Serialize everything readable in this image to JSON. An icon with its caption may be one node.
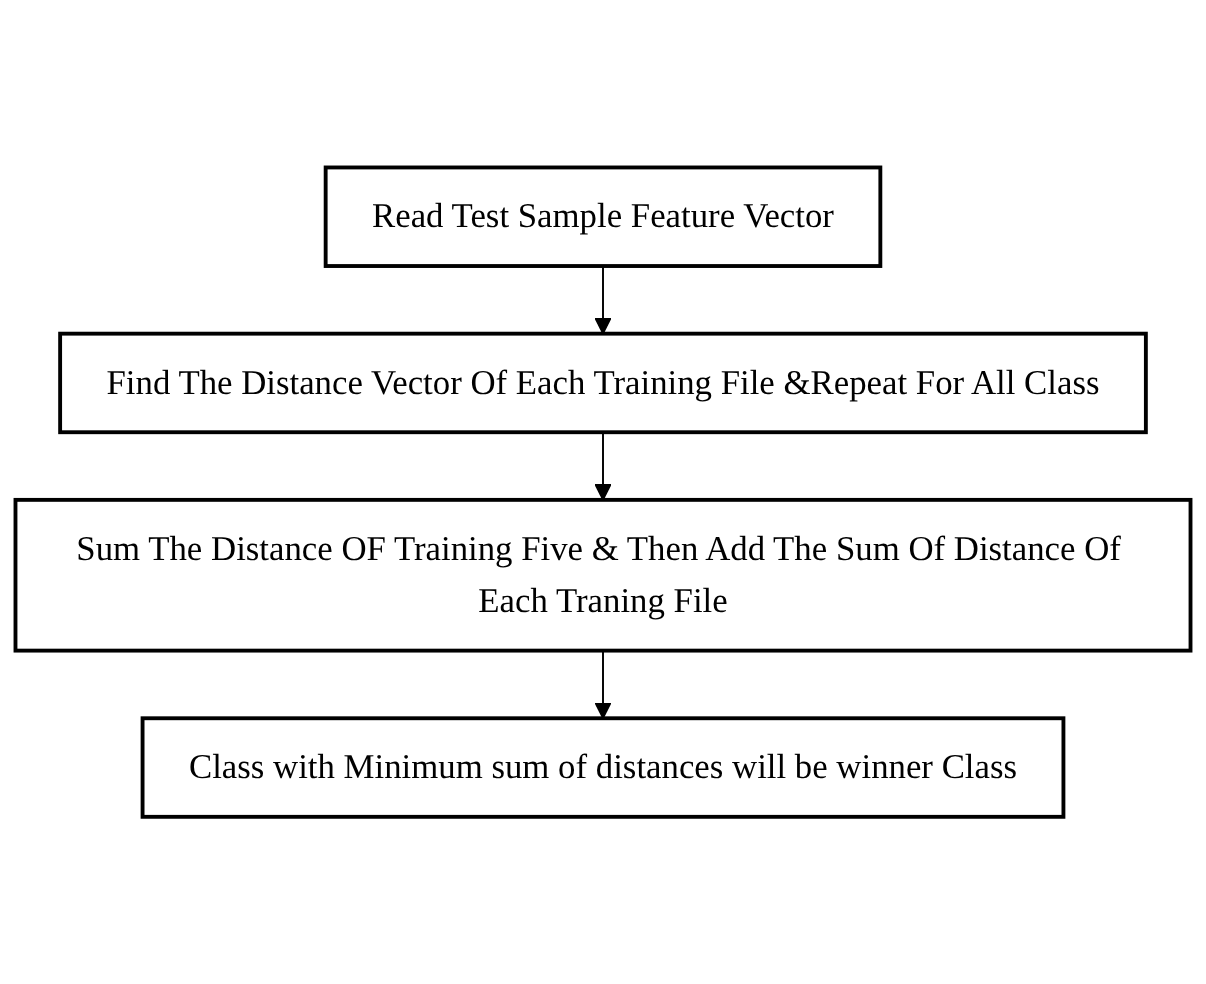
{
  "diagram": {
    "nodes": [
      {
        "text": [
          "Read Test Sample Feature Vector"
        ]
      },
      {
        "text": [
          "Find The Distance Vector Of Each Training File &Repeat For All Class"
        ]
      },
      {
        "text": [
          "Sum The Distance OF Training Five & Then Add The Sum Of Distance Of Each Traning File"
        ]
      },
      {
        "text": [
          "Class with Minimum sum of distances will be winner Class"
        ]
      }
    ],
    "edges": [
      {
        "from": 0,
        "to": 1,
        "arrow": "to"
      },
      {
        "from": 1,
        "to": 2,
        "arrow": "to"
      },
      {
        "from": 2,
        "to": 3,
        "arrow": "to"
      }
    ]
  }
}
